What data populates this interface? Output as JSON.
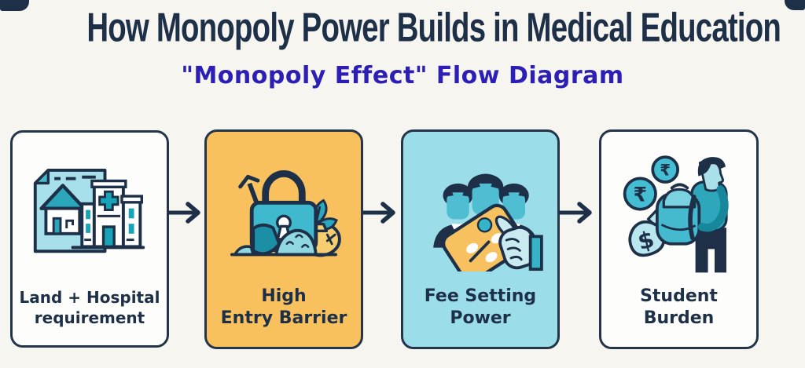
{
  "header": {
    "title": "How Monopoly Power Builds in Medical Education",
    "subtitle": "\"Monopoly Effect\" Flow Diagram"
  },
  "flow": {
    "steps": [
      {
        "id": "land-hospital-requirement",
        "icon": "deed-hospital-icon",
        "label_line1": "Land + Hospital",
        "label_line2": "requirement",
        "bg_color": "#FDFDFB"
      },
      {
        "id": "high-entry-barrier",
        "icon": "padlock-shovel-moneybag-icon",
        "label_line1": "High",
        "label_line2": "Entry Barrier",
        "bg_color": "#F8C15E"
      },
      {
        "id": "fee-setting-power",
        "icon": "committee-fee-card-icon",
        "label_line1": "Fee Setting",
        "label_line2": "Power",
        "bg_color": "#9BDDE9"
      },
      {
        "id": "student-burden",
        "icon": "student-backpack-money-icon",
        "label_line1": "Student",
        "label_line2": "Burden",
        "bg_color": "#FDFDFB"
      }
    ],
    "connector_icon": "arrow-right-icon"
  },
  "symbols": {
    "rupee": "₹",
    "dollar": "$"
  },
  "colors": {
    "background": "#F7F5F0",
    "title_navy": "#1D3048",
    "subtitle_indigo": "#2B1FB5",
    "outline_navy": "#24354A",
    "box_orange": "#F8C15E",
    "box_light_blue": "#9BDDE9",
    "box_white": "#FDFDFB",
    "teal": "#35B4C9",
    "teal_dark": "#1B8FA5",
    "teal_light": "#A7E0EA",
    "coin_gold": "#F6CE6F"
  }
}
